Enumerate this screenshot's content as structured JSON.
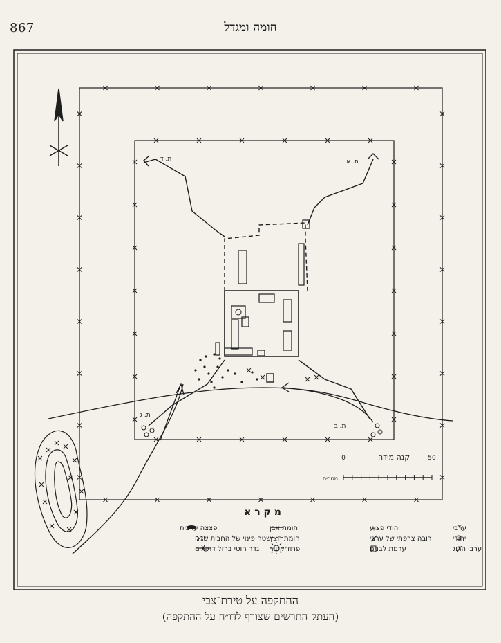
{
  "header": {
    "page_number": "867",
    "running_title": "חומה ומגדל"
  },
  "map": {
    "position_labels": {
      "ta": "ת. א",
      "td": "ת. ד",
      "tg": "ת. ג",
      "tb": "ת. ב"
    },
    "scale": {
      "title": "קנה מידה",
      "zero": "0",
      "max": "50",
      "unit": "מטרים"
    },
    "legend": {
      "title": "מ ק ר א",
      "col1": [
        "ערבי",
        "יהודי",
        "ערבי הרוג"
      ],
      "col2": [
        "יהודי פצוע",
        "רובה צרפתי של ערבי",
        "ערמת לבנים"
      ],
      "col3": [
        "חומת אבן",
        "חומת הצץ",
        "פרוז׳קטור"
      ],
      "col4": [
        "פצצה ערבית",
        "שטח פינוי של החבית שלנו",
        "גדר חוטי ברזל דוקרים"
      ]
    },
    "colors": {
      "ink": "#1e1e1e",
      "paper": "#f4f1eb"
    }
  },
  "caption": {
    "title": "ההתקפה על טירת־צבי",
    "subtitle": "(העתק התרשים שצורף לדו״ח על ההתקפה)"
  }
}
